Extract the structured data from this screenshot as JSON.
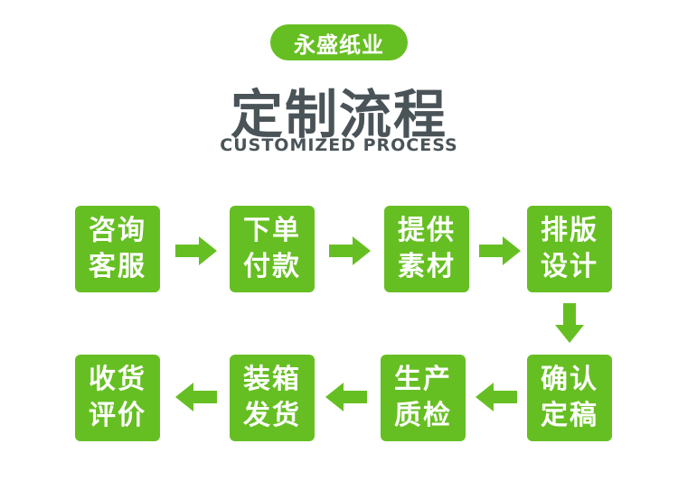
{
  "header": {
    "brand": "永盛纸业",
    "title": "定制流程",
    "subtitle": "CUSTOMIZED PROCESS"
  },
  "colors": {
    "accent": "#66bf22",
    "title": "#4a5458",
    "background": "#ffffff"
  },
  "steps": [
    {
      "line1": "咨询",
      "line2": "客服"
    },
    {
      "line1": "下单",
      "line2": "付款"
    },
    {
      "line1": "提供",
      "line2": "素材"
    },
    {
      "line1": "排版",
      "line2": "设计"
    },
    {
      "line1": "确认",
      "line2": "定稿"
    },
    {
      "line1": "生产",
      "line2": "质检"
    },
    {
      "line1": "装箱",
      "line2": "发货"
    },
    {
      "line1": "收货",
      "line2": "评价"
    }
  ],
  "arrows": [
    {
      "from": 0,
      "to": 1,
      "direction": "right"
    },
    {
      "from": 1,
      "to": 2,
      "direction": "right"
    },
    {
      "from": 2,
      "to": 3,
      "direction": "right"
    },
    {
      "from": 3,
      "to": 4,
      "direction": "down"
    },
    {
      "from": 4,
      "to": 5,
      "direction": "left"
    },
    {
      "from": 5,
      "to": 6,
      "direction": "left"
    },
    {
      "from": 6,
      "to": 7,
      "direction": "left"
    }
  ]
}
